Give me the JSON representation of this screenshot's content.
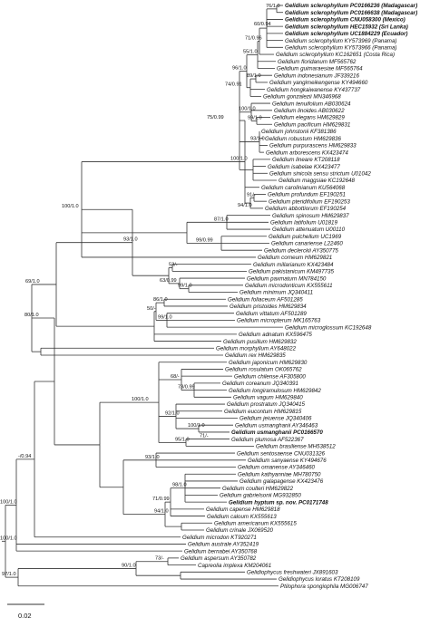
{
  "tree": {
    "scale_bar_label": "0.02",
    "line_color": "#333333",
    "taxa": [
      {
        "label": "Gelidium sclerophyllum PC0166236 (Madagascar)",
        "bold": true
      },
      {
        "label": "Gelidium sclerophyllum PC0166638 (Madagascar)",
        "bold": true
      },
      {
        "label": "Gelidium sclerophyllum CNU058300 (Mexico)",
        "bold": true
      },
      {
        "label": "Gelidium sclerophyllum HEC15932 (Sri Lanka)",
        "bold": true
      },
      {
        "label": "Gelidium sclerophyllum UC1884229 (Ecuador)",
        "bold": true
      },
      {
        "label": "Gelidium sclerophyllum KY573969 (Panama)",
        "bold": false
      },
      {
        "label": "Gelidium sclerophyllum KY573966 (Panama)",
        "bold": false
      },
      {
        "label": "Gelidium sclerophyllum KC162651 (Costa Rica)",
        "bold": false
      },
      {
        "label": "Gelidium floridanum MF565762",
        "bold": false
      },
      {
        "label": "Gelidium guimaraesiae MF565764",
        "bold": false
      },
      {
        "label": "Gelidium indonesianum JF339216",
        "bold": false
      },
      {
        "label": "Gelidium yangimeikengense KY494660",
        "bold": false
      },
      {
        "label": "Gelidium hongkaiwanense KY437737",
        "bold": false
      },
      {
        "label": "Gelidium gonzalezii MN346968",
        "bold": false
      },
      {
        "label": "Gelidium tenuifolium AB030624",
        "bold": false
      },
      {
        "label": "Gelidium linoides AB030622",
        "bold": false
      },
      {
        "label": "Gelidium elegans HM629829",
        "bold": false
      },
      {
        "label": "Gelidium pacificum HM629831",
        "bold": false
      },
      {
        "label": "Gelidium johnstonii KF381386",
        "bold": false
      },
      {
        "label": "Gelidium robustum HM629836",
        "bold": false
      },
      {
        "label": "Gelidium purpurascens HM629833",
        "bold": false
      },
      {
        "label": "Gelidium arborescens KX423474",
        "bold": false
      },
      {
        "label": "Gelidium lineare KT208118",
        "bold": false
      },
      {
        "label": "Gelidium isabelae KX423477",
        "bold": false
      },
      {
        "label": "Gelidium sinicola sensu strictum U01042",
        "bold": false
      },
      {
        "label": "Gelidium maggsiae KC192648",
        "bold": false
      },
      {
        "label": "Gelidium carolinianum KU564068",
        "bold": false
      },
      {
        "label": "Gelidium profundum EF190251",
        "bold": false
      },
      {
        "label": "Gelidium pteridifolium EF190253",
        "bold": false
      },
      {
        "label": "Gelidium abbottiorum EF190254",
        "bold": false
      },
      {
        "label": "Gelidium spinosum HM629837",
        "bold": false
      },
      {
        "label": "Gelidium latifolium U01819",
        "bold": false
      },
      {
        "label": "Gelidium attenuatum U00110",
        "bold": false
      },
      {
        "label": "Gelidium pulchellum UC1969",
        "bold": false
      },
      {
        "label": "Gelidium canariense L22460",
        "bold": false
      },
      {
        "label": "Gelidium declerckii AY350775",
        "bold": false
      },
      {
        "label": "Gelidium corneum HM629821",
        "bold": false
      },
      {
        "label": "Gelidium millarianum KX423484",
        "bold": false
      },
      {
        "label": "Gelidium pakistanicum KM497735",
        "bold": false
      },
      {
        "label": "Gelidium paxmaturn MN784150",
        "bold": false
      },
      {
        "label": "Gelidium microdonticum KX555611",
        "bold": false
      },
      {
        "label": "Gelidium minimum JQ340411",
        "bold": false
      },
      {
        "label": "Gelidium foliaceum AF501285",
        "bold": false
      },
      {
        "label": "Gelidium pristoides HM629834",
        "bold": false
      },
      {
        "label": "Gelidium vittatum AF501289",
        "bold": false
      },
      {
        "label": "Gelidium micropterum MK165763",
        "bold": false
      },
      {
        "label": "Gelidium microglossum KC192648",
        "bold": false
      },
      {
        "label": "Gelidium adnatum KX596475",
        "bold": false
      },
      {
        "label": "Gelidium pusillum HM629832",
        "bold": false
      },
      {
        "label": "Gelidium morphyllum AY648022",
        "bold": false
      },
      {
        "label": "Gelidium rex HM629835",
        "bold": false
      },
      {
        "label": "Gelidium japonicum HM629830",
        "bold": false
      },
      {
        "label": "Gelidium rosulatum OK065762",
        "bold": false
      },
      {
        "label": "Gelidium chilense AF305800",
        "bold": false
      },
      {
        "label": "Gelidium coreanum JQ340391",
        "bold": false
      },
      {
        "label": "Gelidium longiramulosum HM629842",
        "bold": false
      },
      {
        "label": "Gelidium vagum HM629840",
        "bold": false
      },
      {
        "label": "Gelidium prostratum JQ340415",
        "bold": false
      },
      {
        "label": "Gelidium eucontum HM629815",
        "bold": false
      },
      {
        "label": "Gelidium jeiuense JQ340406",
        "bold": false
      },
      {
        "label": "Gelidium usmanghanii AY346463",
        "bold": false
      },
      {
        "label": "Gelidium usmanghanii PC0166570",
        "bold": true
      },
      {
        "label": "Gelidium plumosa AF522367",
        "bold": false
      },
      {
        "label": "Gelidium brasiliense MH538512",
        "bold": false
      },
      {
        "label": "Gelidium sentosaense CNU031326",
        "bold": false
      },
      {
        "label": "Gelidium sanyaense KY494676",
        "bold": false
      },
      {
        "label": "Gelidium omanense AY346460",
        "bold": false
      },
      {
        "label": "Gelidium kathyanniae MH780750",
        "bold": false
      },
      {
        "label": "Gelidium galapagense KX423476",
        "bold": false
      },
      {
        "label": "Gelidium coulteri HM629822",
        "bold": false
      },
      {
        "label": "Gelidium gabrielsonii MG932850",
        "bold": false
      },
      {
        "label": "Gelidium hyptum sp. nov. PC0171748",
        "bold": true
      },
      {
        "label": "Gelidium capense HM629818",
        "bold": false
      },
      {
        "label": "Gelidium caloum KX555613",
        "bold": false
      },
      {
        "label": "Gelidium americanum KX555615",
        "bold": false
      },
      {
        "label": "Gelidium crinale JX069520",
        "bold": false
      },
      {
        "label": "Gelidium microdon KT920271",
        "bold": false
      },
      {
        "label": "Gelidium australe AY352419",
        "bold": false
      },
      {
        "label": "Gelidium bernabei AY350768",
        "bold": false
      },
      {
        "label": "Gelidium aspersum AY350782",
        "bold": false
      },
      {
        "label": "Capreolia implexa KM204061",
        "bold": false
      },
      {
        "label": "Gelidiophycus freshwateri JX891603",
        "bold": false
      },
      {
        "label": "Gelidiophycus loratus KT208109",
        "bold": false
      },
      {
        "label": "Ptilophora spongiophila MG006747",
        "bold": false
      }
    ],
    "support_values": [
      {
        "id": "n_a",
        "label": "76/1.0"
      },
      {
        "id": "n_b",
        "label": "60/0.94"
      },
      {
        "id": "n_c",
        "label": "55/1.0"
      },
      {
        "id": "n_d",
        "label": "96/1.0"
      },
      {
        "id": "n_e",
        "label": "71/0.96"
      },
      {
        "id": "n_f",
        "label": "89/1.0"
      },
      {
        "id": "n_g",
        "label": "74/0.91"
      },
      {
        "id": "n_h",
        "label": "100/1.0"
      },
      {
        "id": "n_i",
        "label": "99/1.0"
      },
      {
        "id": "n_j",
        "label": "93/1.0"
      },
      {
        "id": "n_k",
        "label": "75/0.99"
      },
      {
        "id": "n_l",
        "label": "100/1.0"
      },
      {
        "id": "n_m",
        "label": "91/-"
      },
      {
        "id": "n_n",
        "label": "94/1.0"
      },
      {
        "id": "n_o",
        "label": "100/1.0"
      },
      {
        "id": "n_p",
        "label": "87/1.0"
      },
      {
        "id": "n_q",
        "label": "100/1.0"
      },
      {
        "id": "n_r",
        "label": "99/0.99"
      },
      {
        "id": "n_s",
        "label": "93/1.0"
      },
      {
        "id": "n_t",
        "label": "53/-"
      },
      {
        "id": "n_u",
        "label": "99/1.0"
      },
      {
        "id": "n_v",
        "label": "63/0.99"
      },
      {
        "id": "n_w",
        "label": "69/1.0"
      },
      {
        "id": "n_x",
        "label": "86/1.0"
      },
      {
        "id": "n_y",
        "label": "99/1.0"
      },
      {
        "id": "n_z",
        "label": "50/-"
      },
      {
        "id": "n_aa",
        "label": "80/1.0"
      },
      {
        "id": "n_ab",
        "label": "68/-"
      },
      {
        "id": "n_ac",
        "label": "73/0.99"
      },
      {
        "id": "n_ad",
        "label": "100/1.0"
      },
      {
        "id": "n_ae",
        "label": "92/1.0"
      },
      {
        "id": "n_af",
        "label": "100/1.0"
      },
      {
        "id": "n_ag",
        "label": "95/1.0"
      },
      {
        "id": "n_ah",
        "label": "71/-"
      },
      {
        "id": "n_ai",
        "label": "98/1.0"
      },
      {
        "id": "n_aj",
        "label": "71/0.99"
      },
      {
        "id": "n_ak",
        "label": "93/1.0"
      },
      {
        "id": "n_al",
        "label": "94/1.0"
      },
      {
        "id": "n_am",
        "label": "-/0.94"
      },
      {
        "id": "n_an",
        "label": "100/1.0"
      },
      {
        "id": "n_ao",
        "label": "90/1.0"
      },
      {
        "id": "n_ap",
        "label": "73/-"
      },
      {
        "id": "n_aq",
        "label": "97/1.0"
      },
      {
        "id": "n_ar",
        "label": "100/1.0"
      }
    ]
  }
}
